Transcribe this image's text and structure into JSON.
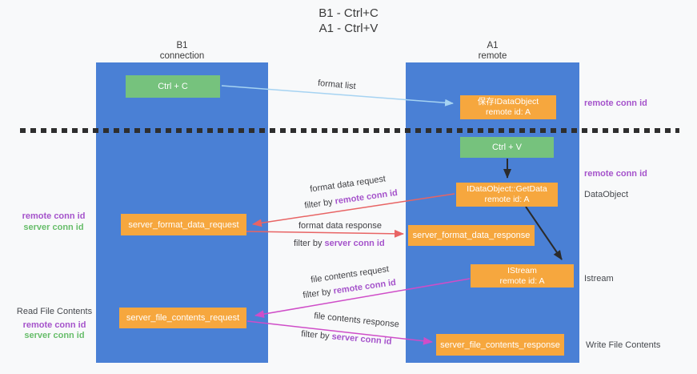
{
  "title": {
    "line1": "B1 - Ctrl+C",
    "line2": "A1 - Ctrl+V"
  },
  "lifelines": {
    "left": {
      "name": "B1",
      "role": "connection"
    },
    "right": {
      "name": "A1",
      "role": "remote"
    }
  },
  "nodes": {
    "ctrl_c": "Ctrl + C",
    "ctrl_v": "Ctrl + V",
    "save_dataobject": {
      "line1": "保存IDataObject",
      "line2": "remote id: A"
    },
    "getdata": {
      "line1": "IDataObject::GetData",
      "line2": "remote id: A"
    },
    "istream": {
      "line1": "IStream",
      "line2": "remote id: A"
    },
    "server_format_data_request": "server_format_data_request",
    "server_format_data_response": "server_format_data_response",
    "server_file_contents_request": "server_file_contents_request",
    "server_file_contents_response": "server_file_contents_response"
  },
  "arrows": {
    "format_list": "format list",
    "format_data_request": "format data request",
    "format_data_response": "format data response",
    "file_contents_request": "file contents request",
    "file_contents_response": "file contents response",
    "filter_by": "filter by ",
    "remote_conn_id": "remote conn id",
    "server_conn_id": "server conn id"
  },
  "side_labels": {
    "remote_conn_id": "remote conn id",
    "server_conn_id": "server conn id",
    "dataobject": "DataObject",
    "istream": "Istream",
    "read_file_contents": "Read File Contents",
    "write_file_contents": "Write File Contents"
  },
  "colors": {
    "lifeline_blue": "#4a80d5",
    "node_orange": "#f6a73e",
    "node_green": "#76c27d",
    "arrow_red": "#e86464",
    "arrow_magenta": "#cf4dc8",
    "arrow_lightblue": "#a6d3f2",
    "arrow_black": "#2b2b2b",
    "label_purple": "#a553cb",
    "label_green": "#67bd6a"
  }
}
